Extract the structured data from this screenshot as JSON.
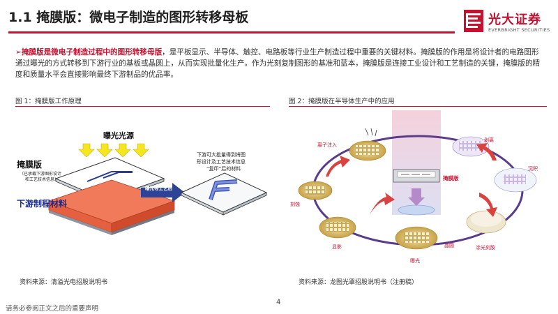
{
  "header": {
    "title": "1.1 掩膜版：微电子制造的图形转移母板",
    "brand_color": "#c41230",
    "logo": {
      "name_cn": "光大证券",
      "name_en": "EVERBRIGHT SECURITIES"
    }
  },
  "intro": {
    "bullet": "➢",
    "highlight": "掩膜版是微电子制造过程中的图形转移母版",
    "text": "，是平板显示、半导体、触控、电路板等行业生产制造过程中重要的关键材料。掩膜版的作用是将设计者的电路图形通过曝光的方式转移到下游行业的基板或晶圆上，从而实现批量化生产。作为光刻复制图形的基准和蓝本，掩膜版是连接工业设计和工艺制造的关键，掩膜版的精度和质量水平会直接影响最终下游制品的优品率。"
  },
  "figure1": {
    "title": "图 1：掩膜版工作原理",
    "labels": {
      "light_source": "曝光光源",
      "mask": "掩膜版",
      "mask_note_1": "（已承载下游图形设计",
      "mask_note_2": "和工艺技术信息）",
      "substrate": "下游制程材料",
      "arrow": "曝光等工艺后",
      "result_1": "下游可大批量得到将图",
      "result_2": "形设计及工艺技术信息",
      "result_3": "“复印”后的材料"
    },
    "source": "资料来源：清溢光电招股说明书"
  },
  "figure2": {
    "title": "图 2：掩膜版在半导体生产中的应用",
    "labels": {
      "ion_implant": "离子注入",
      "strip": "剥离",
      "deposit": "沉积",
      "mask": "掩膜版",
      "etch": "刻蚀",
      "develop": "显影",
      "wafer": "晶圆",
      "expose": "曝光",
      "coat": "涂光刻胶"
    },
    "source": "资料来源：龙图光罩招股说明书（注册稿）"
  },
  "footer": {
    "page_number": "4",
    "disclaimer": "请务必参阅正文之后的重要声明"
  }
}
